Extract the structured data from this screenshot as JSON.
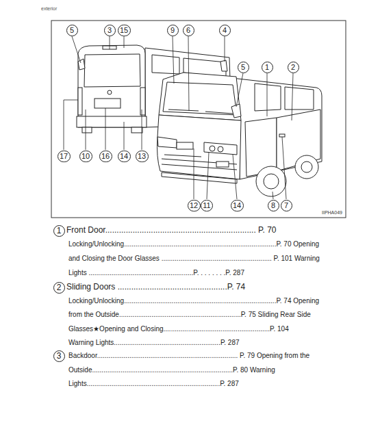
{
  "diagram": {
    "nodes": [
      {
        "text": [
          "5"
        ]
      },
      {
        "text": [
          "3"
        ]
      },
      {
        "text": [
          "15"
        ]
      },
      {
        "text": [
          "9"
        ]
      },
      {
        "text": [
          "6"
        ]
      },
      {
        "text": [
          "4"
        ]
      },
      {
        "text": [
          "5"
        ]
      },
      {
        "text": [
          "1"
        ]
      },
      {
        "text": [
          "2"
        ]
      },
      {
        "text": [
          "17"
        ]
      },
      {
        "text": [
          "10"
        ]
      },
      {
        "text": [
          "16"
        ]
      },
      {
        "text": [
          "14"
        ]
      },
      {
        "text": [
          "13"
        ]
      },
      {
        "text": [
          "12"
        ]
      },
      {
        "text": [
          "11"
        ]
      },
      {
        "text": [
          "14"
        ]
      },
      {
        "text": [
          "8"
        ]
      },
      {
        "text": [
          "7"
        ]
      },
      {
        "text": [
          "1"
        ]
      },
      {
        "text": [
          "2"
        ]
      },
      {
        "text": [
          "3"
        ]
      }
    ],
    "labels": [
      "exterior",
      "IIPHA049",
      "Front Door.................................................................. P. 70",
      "Locking/Unlocking................................................................................P. 70 Opening",
      "and Closing the Door Glasses .......................................................... P. 101 Warning",
      "Lights .......................................................P. . . . . . . .P. 287",
      "Sliding  Doors  ................................................P.  74",
      "Locking/Unlocking................................................................................P. 74 Opening",
      "from the Outside................................................................P. 75 Sliding Rear Side",
      "Glasses★Opening and Closing........................................................P. 104",
      "Warning  Lights........................................................P.  287",
      "Backdoor.......................................................................... P. 79 Opening from the",
      "Outside..........................................................................P. 80 Warning",
      "Lights......................................................................P.      287"
    ]
  }
}
